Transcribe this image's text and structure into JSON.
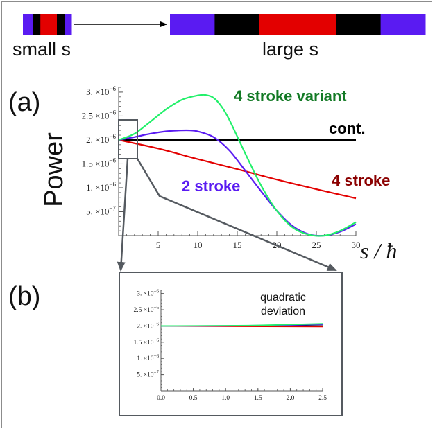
{
  "colors": {
    "blue": "#5a1bf2",
    "red": "#e30000",
    "green": "#22f06a",
    "black": "#000000",
    "dark_green": "#137a25",
    "dark_red": "#8b0000",
    "axis": "#555555",
    "callout": "#555a60"
  },
  "strips": {
    "small": {
      "label": "small s",
      "segments": [
        {
          "color": "blue",
          "frac": 0.2
        },
        {
          "color": "black",
          "frac": 0.16
        },
        {
          "color": "red",
          "frac": 0.34
        },
        {
          "color": "black",
          "frac": 0.16
        },
        {
          "color": "blue",
          "frac": 0.14
        }
      ]
    },
    "large": {
      "label": "large s",
      "segments": [
        {
          "color": "blue",
          "frac": 0.175
        },
        {
          "color": "black",
          "frac": 0.175
        },
        {
          "color": "red",
          "frac": 0.3
        },
        {
          "color": "black",
          "frac": 0.175
        },
        {
          "color": "blue",
          "frac": 0.175
        }
      ]
    }
  },
  "panel_labels": {
    "a": "(a)",
    "b": "(b)"
  },
  "chart_data": [
    {
      "type": "line",
      "ylabel": "Power",
      "xlabel": "s / ħ",
      "xlim": [
        0,
        30
      ],
      "ylim": [
        0,
        3.1e-06
      ],
      "xticks": [
        {
          "v": 5,
          "label": "5"
        },
        {
          "v": 10,
          "label": "10"
        },
        {
          "v": 15,
          "label": "15"
        },
        {
          "v": 20,
          "label": "20"
        },
        {
          "v": 25,
          "label": "25"
        },
        {
          "v": 30,
          "label": "30"
        }
      ],
      "yticks": [
        {
          "v": 5e-07,
          "m": "5.",
          "e": "−7"
        },
        {
          "v": 1e-06,
          "m": "1.",
          "e": "−6"
        },
        {
          "v": 1.5e-06,
          "m": "1.5",
          "e": "−6"
        },
        {
          "v": 2e-06,
          "m": "2.",
          "e": "−6"
        },
        {
          "v": 2.5e-06,
          "m": "2.5",
          "e": "−6"
        },
        {
          "v": 3e-06,
          "m": "3.",
          "e": "−6"
        }
      ],
      "tick_times": "×10",
      "series": [
        {
          "name": "cont.",
          "color": "black",
          "label_color": "black",
          "x": [
            0,
            30
          ],
          "y": [
            2e-06,
            2e-06
          ]
        },
        {
          "name": "4 stroke",
          "color": "red",
          "label_color": "dark_red",
          "x": [
            0,
            5,
            10,
            15,
            20,
            25,
            30
          ],
          "y": [
            2e-06,
            1.82e-06,
            1.6e-06,
            1.39e-06,
            1.17e-06,
            9.7e-07,
            7.8e-07
          ]
        },
        {
          "name": "2 stroke",
          "color": "blue",
          "label_color": "blue",
          "x": [
            0,
            2,
            4,
            6,
            8,
            9,
            10,
            12,
            14,
            16,
            18,
            20,
            22,
            24,
            26,
            28,
            30
          ],
          "y": [
            2e-06,
            2.06e-06,
            2.13e-06,
            2.18e-06,
            2.2e-06,
            2.2e-06,
            2.18e-06,
            2.06e-06,
            1.78e-06,
            1.36e-06,
            9.3e-07,
            5.2e-07,
            2e-07,
            3e-08,
            0.0,
            8e-08,
            2.4e-07
          ]
        },
        {
          "name": "4 stroke variant",
          "color": "green",
          "label_color": "dark_green",
          "x": [
            0,
            2,
            4,
            6,
            8,
            10,
            11,
            12,
            13,
            14,
            16,
            18,
            20,
            22,
            24,
            26,
            28,
            30
          ],
          "y": [
            2e-06,
            2.13e-06,
            2.38e-06,
            2.64e-06,
            2.84e-06,
            2.93e-06,
            2.94e-06,
            2.88e-06,
            2.7e-06,
            2.42e-06,
            1.72e-06,
            1.05e-06,
            5.2e-07,
            1.7e-07,
            2e-08,
            0.0,
            1e-07,
            2.8e-07
          ]
        }
      ]
    },
    {
      "type": "line",
      "annotation": "quadratic deviation",
      "annotation_lines": [
        "quadratic",
        "deviation"
      ],
      "xlim": [
        0,
        2.5
      ],
      "ylim": [
        0,
        3.1e-06
      ],
      "xticks": [
        {
          "v": 0,
          "label": "0.0"
        },
        {
          "v": 0.5,
          "label": "0.5"
        },
        {
          "v": 1.0,
          "label": "1.0"
        },
        {
          "v": 1.5,
          "label": "1.5"
        },
        {
          "v": 2.0,
          "label": "2.0"
        },
        {
          "v": 2.5,
          "label": "2.5"
        }
      ],
      "yticks": [
        {
          "v": 5e-07,
          "m": "5.",
          "e": "−7"
        },
        {
          "v": 1e-06,
          "m": "1.",
          "e": "−6"
        },
        {
          "v": 1.5e-06,
          "m": "1.5",
          "e": "−6"
        },
        {
          "v": 2e-06,
          "m": "2.",
          "e": "−6"
        },
        {
          "v": 2.5e-06,
          "m": "2.5",
          "e": "−6"
        },
        {
          "v": 3e-06,
          "m": "3.",
          "e": "−6"
        }
      ],
      "tick_times": "×10",
      "series": [
        {
          "color": "black",
          "x": [
            0,
            2.5
          ],
          "y": [
            2e-06,
            2e-06
          ]
        },
        {
          "color": "red",
          "x": [
            0,
            2.5
          ],
          "y": [
            2e-06,
            1.98e-06
          ]
        },
        {
          "color": "blue",
          "x": [
            0,
            1.0,
            1.5,
            2.0,
            2.5
          ],
          "y": [
            2e-06,
            2.005e-06,
            2.015e-06,
            2.03e-06,
            2.05e-06
          ]
        },
        {
          "color": "green",
          "x": [
            0,
            1.0,
            1.5,
            2.0,
            2.5
          ],
          "y": [
            2e-06,
            2.008e-06,
            2.02e-06,
            2.045e-06,
            2.07e-06
          ]
        }
      ]
    }
  ]
}
